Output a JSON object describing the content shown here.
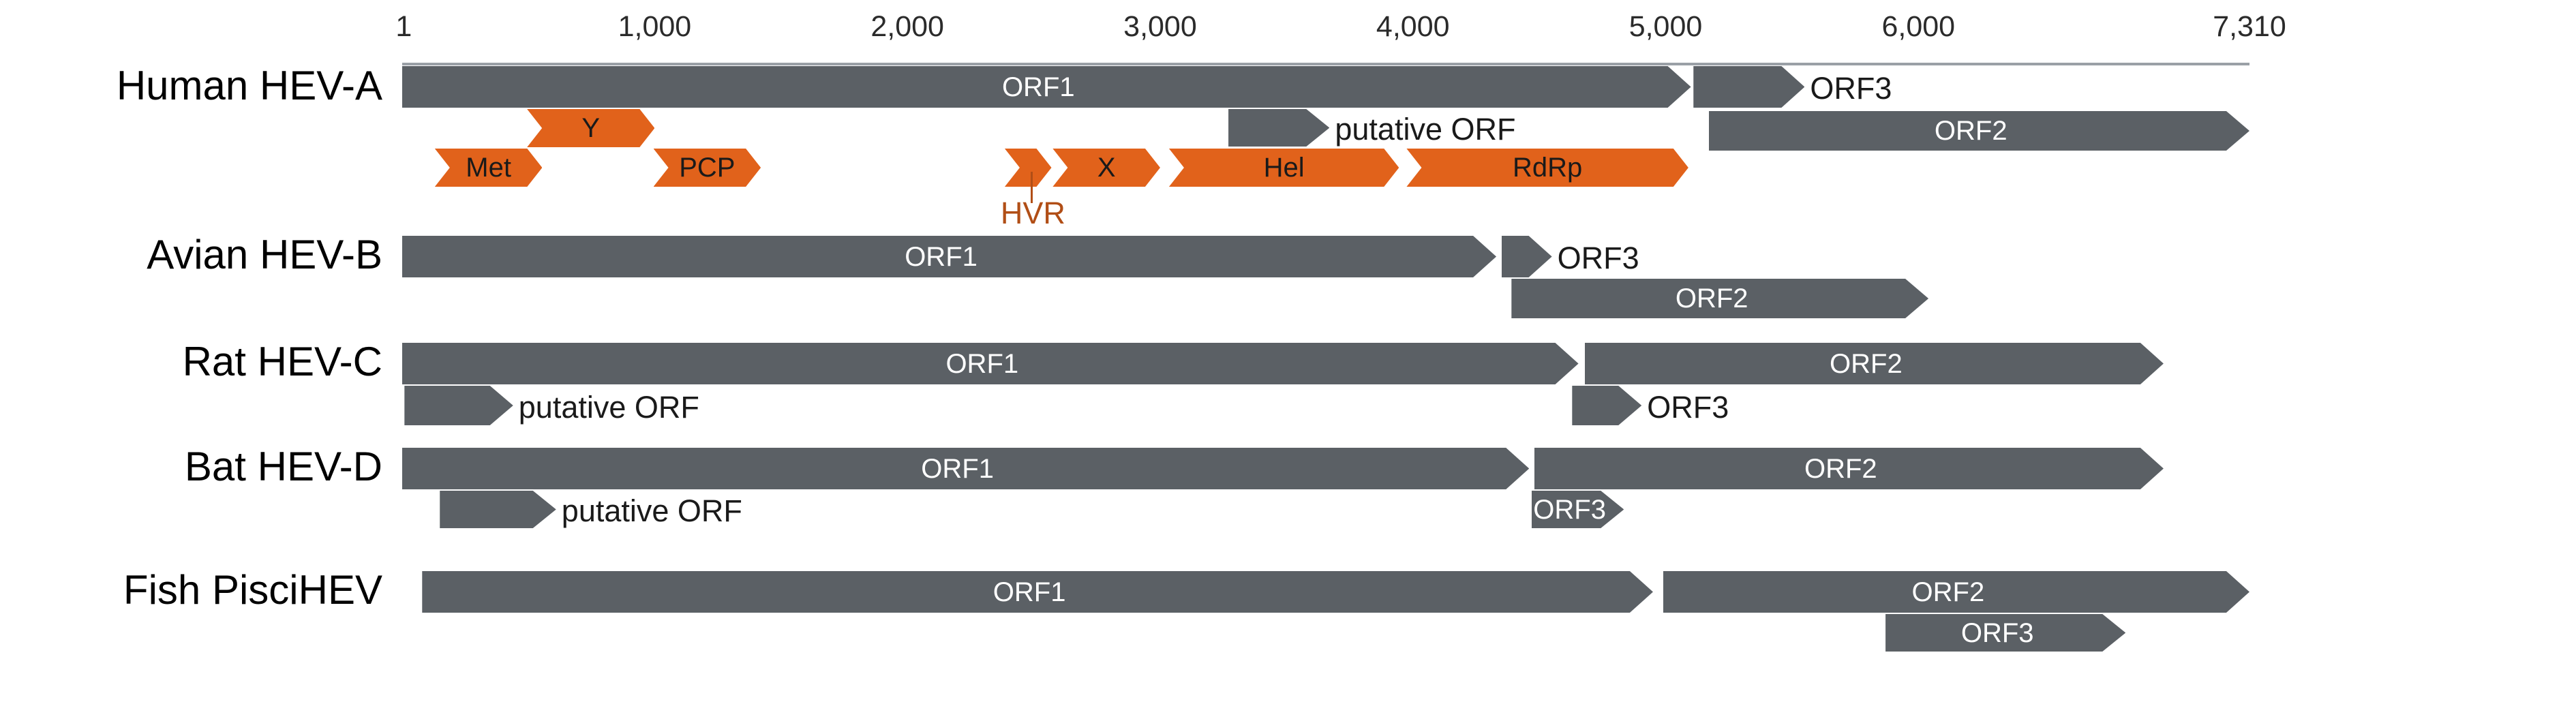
{
  "figure": {
    "type": "genome-organization-diagram",
    "colors": {
      "gene_gray": "#5b6065",
      "domain_orange": "#e1621b",
      "hvr_text": "#b14e16",
      "background": "#ffffff"
    },
    "axis": {
      "unit": "nucleotide",
      "start": 1,
      "end": 7310,
      "ticks": [
        {
          "label": "1",
          "value": 1
        },
        {
          "label": "1,000",
          "value": 1000
        },
        {
          "label": "2,000",
          "value": 2000
        },
        {
          "label": "3,000",
          "value": 3000
        },
        {
          "label": "4,000",
          "value": 4000
        },
        {
          "label": "5,000",
          "value": 5000
        },
        {
          "label": "6,000",
          "value": 6000
        },
        {
          "label": "7,310",
          "value": 7310
        }
      ]
    },
    "rows": [
      {
        "name": "Human HEV-A",
        "features": [
          {
            "label": "ORF1",
            "shape": "arrow",
            "color": "gray",
            "start": 1,
            "end": 5100,
            "label_inside": true
          },
          {
            "label": "ORF3",
            "shape": "arrow",
            "color": "gray",
            "start": 5110,
            "end": 5550,
            "label_inside": false
          },
          {
            "label": "putative ORF",
            "shape": "arrow",
            "color": "gray",
            "start": 3270,
            "end": 3670,
            "label_inside": false
          },
          {
            "label": "ORF2",
            "shape": "arrow",
            "color": "gray",
            "start": 5170,
            "end": 7310,
            "label_inside": true
          }
        ],
        "domains": [
          {
            "label": "Met",
            "start": 130,
            "end": 555
          },
          {
            "label": "Y",
            "start": 495,
            "end": 1000
          },
          {
            "label": "PCP",
            "start": 995,
            "end": 1420
          },
          {
            "label": "HVR",
            "start": 2385,
            "end": 2570
          },
          {
            "label": "X",
            "start": 2575,
            "end": 3000
          },
          {
            "label": "Hel",
            "start": 3035,
            "end": 3945
          },
          {
            "label": "RdRp",
            "start": 3975,
            "end": 5090
          }
        ]
      },
      {
        "name": "Avian HEV-B",
        "features": [
          {
            "label": "ORF1",
            "shape": "arrow",
            "color": "gray",
            "start": 1,
            "end": 4330,
            "label_inside": true
          },
          {
            "label": "ORF3",
            "shape": "arrow",
            "color": "gray",
            "start": 4350,
            "end": 4550,
            "label_inside": false
          },
          {
            "label": "ORF2",
            "shape": "arrow",
            "color": "gray",
            "start": 4390,
            "end": 6040,
            "label_inside": true
          }
        ],
        "domains": []
      },
      {
        "name": "Rat HEV-C",
        "features": [
          {
            "label": "ORF1",
            "shape": "arrow",
            "color": "gray",
            "start": 1,
            "end": 4655,
            "label_inside": true
          },
          {
            "label": "putative ORF",
            "shape": "arrow",
            "color": "gray",
            "start": 10,
            "end": 440,
            "label_inside": false
          },
          {
            "label": "ORF2",
            "shape": "arrow",
            "color": "gray",
            "start": 4680,
            "end": 6970,
            "label_inside": true
          },
          {
            "label": "ORF3",
            "shape": "arrow",
            "color": "gray",
            "start": 4630,
            "end": 4905,
            "label_inside": false
          }
        ],
        "domains": []
      },
      {
        "name": "Bat HEV-D",
        "features": [
          {
            "label": "ORF1",
            "shape": "arrow",
            "color": "gray",
            "start": 1,
            "end": 4460,
            "label_inside": true
          },
          {
            "label": "putative ORF",
            "shape": "arrow",
            "color": "gray",
            "start": 150,
            "end": 610,
            "label_inside": false
          },
          {
            "label": "ORF2",
            "shape": "arrow",
            "color": "gray",
            "start": 4480,
            "end": 6970,
            "label_inside": true
          },
          {
            "label": "ORF3",
            "shape": "arrow",
            "color": "gray",
            "start": 4470,
            "end": 4835,
            "label_inside": true
          }
        ],
        "domains": []
      },
      {
        "name": "Fish PisciHEV",
        "features": [
          {
            "label": "ORF1",
            "shape": "arrow",
            "color": "gray",
            "start": 80,
            "end": 4950,
            "label_inside": true
          },
          {
            "label": "ORF2",
            "shape": "arrow",
            "color": "gray",
            "start": 4990,
            "end": 7310,
            "label_inside": true
          },
          {
            "label": "ORF3",
            "shape": "arrow",
            "color": "gray",
            "start": 5870,
            "end": 6820,
            "label_inside": true
          }
        ],
        "domains": []
      }
    ]
  }
}
